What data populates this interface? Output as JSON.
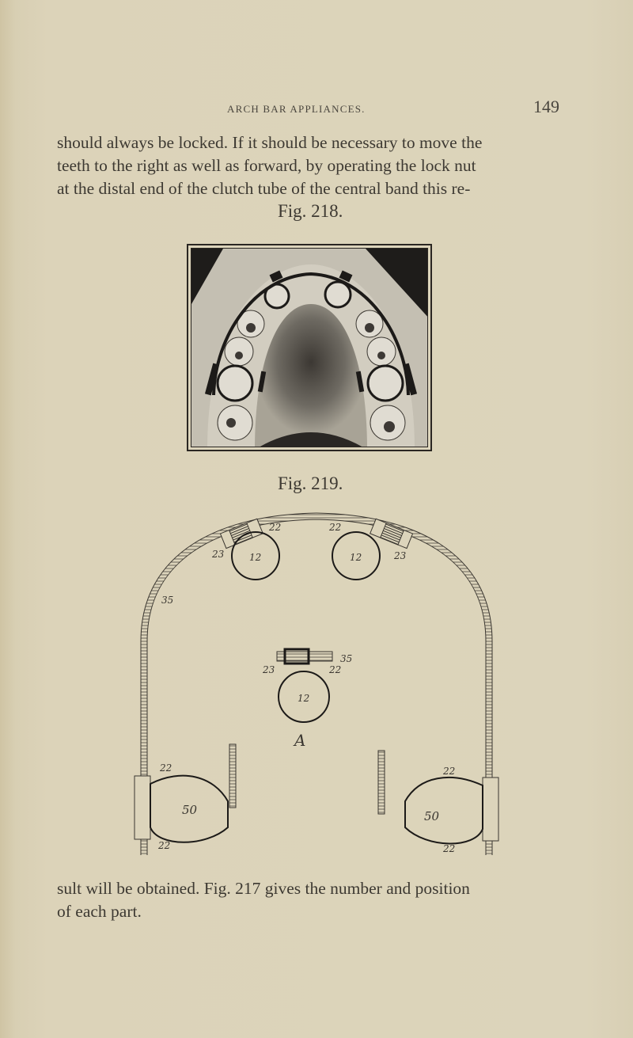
{
  "running_head": {
    "title": "ARCH BAR APPLIANCES.",
    "page_number": "149"
  },
  "paragraph_top": {
    "lines": [
      "should always be locked.  If it should be necessary to move the",
      "teeth to the right as well as forward, by operating the lock nut",
      "at the distal end of the clutch tube of the central band this re-"
    ]
  },
  "figure_218": {
    "caption": "Fig. 218.",
    "description": "photograph of upper dental cast with arch bar appliance"
  },
  "figure_219": {
    "caption": "Fig. 219.",
    "labels": {
      "arch_left": "35",
      "clutch_left_a": "22",
      "clutch_left_b": "23",
      "clutch_right_a": "22",
      "clutch_right_b": "23",
      "band_left": "12",
      "band_right": "12",
      "detail_band": "12",
      "detail_a": "23",
      "detail_b": "22",
      "detail_c": "35",
      "detail_letter": "A",
      "molar_left": "50",
      "molar_right": "50",
      "molar_left_top": "22",
      "molar_left_bottom": "22",
      "molar_right_top": "22",
      "molar_right_bottom": "22"
    }
  },
  "paragraph_bottom": {
    "lines": [
      "sult will be obtained.  Fig. 217 gives the number and position",
      "of each part."
    ]
  }
}
